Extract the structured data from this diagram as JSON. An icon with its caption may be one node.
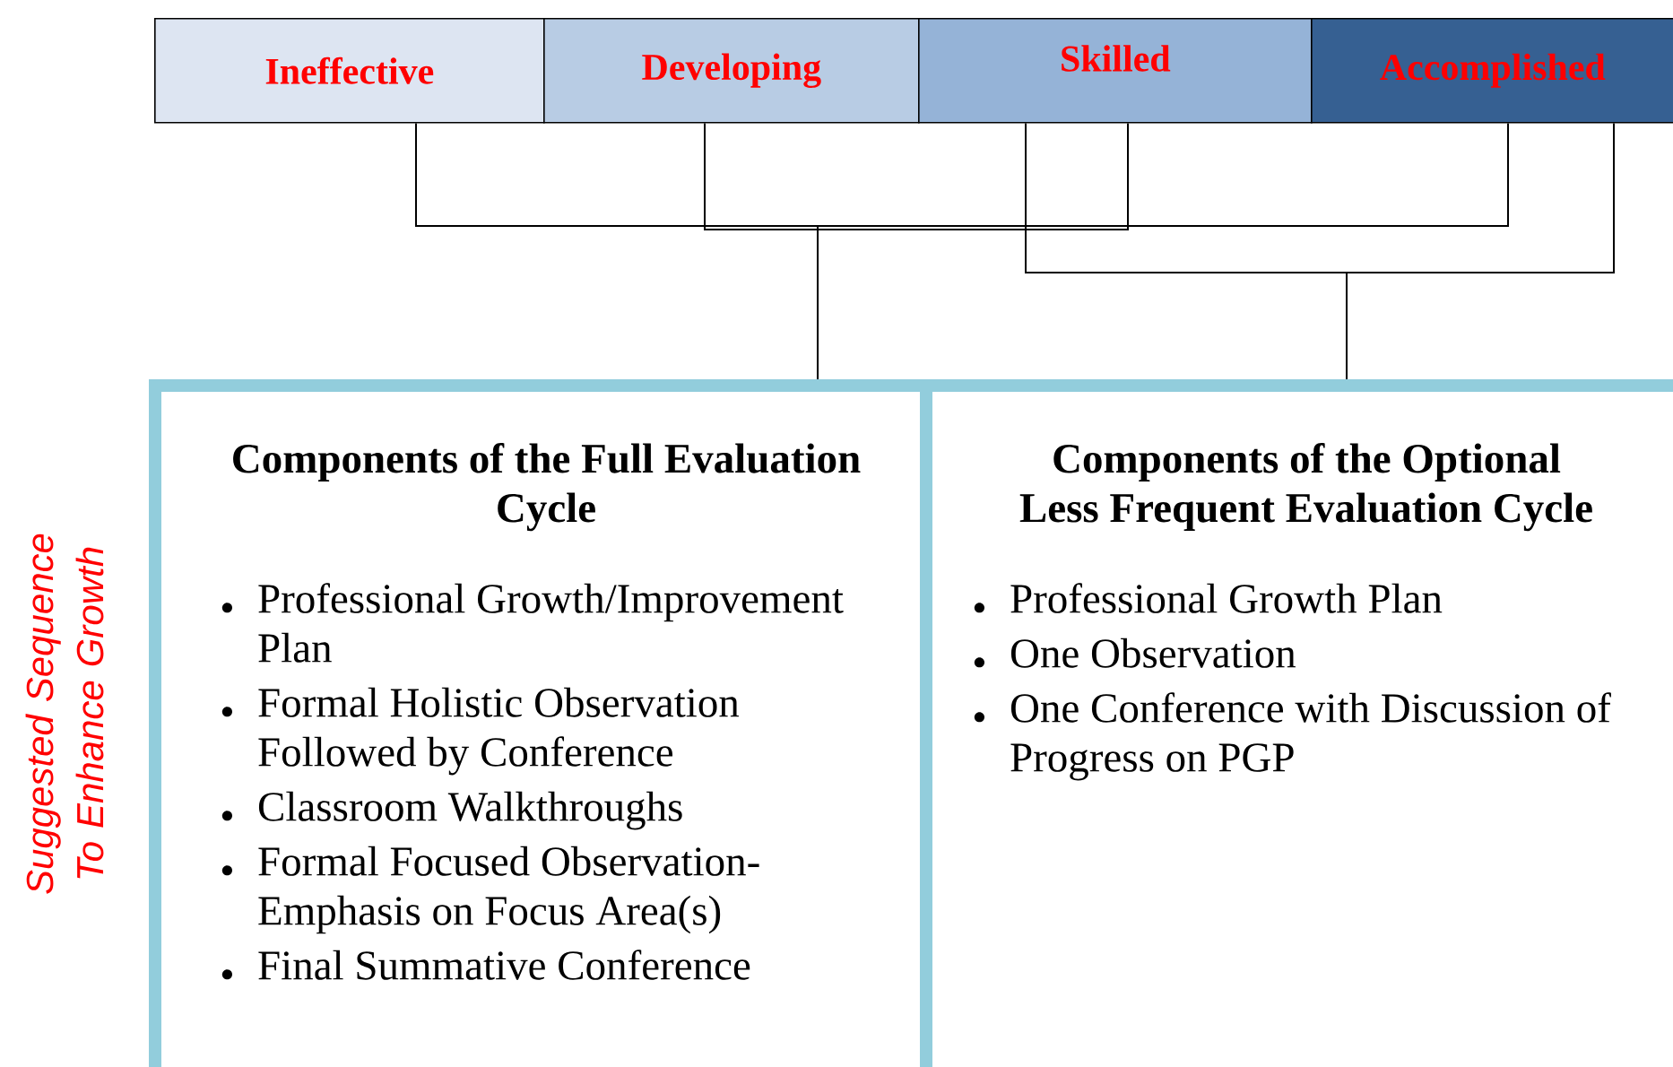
{
  "diagram": {
    "nodes": [
      {
        "text": [
          "Ineffective"
        ]
      },
      {
        "text": [
          "Developing"
        ]
      },
      {
        "text": [
          "Skilled"
        ]
      },
      {
        "text": [
          "Accomplished"
        ]
      },
      {
        "text": [
          "Components of the Full Evaluation Cycle",
          "Professional Growth/Improvement Plan",
          "Formal Holistic Observation Followed by Conference",
          "Classroom Walkthroughs",
          "Formal Focused Observation- Emphasis on Focus Area(s)",
          "Final Summative Conference"
        ]
      },
      {
        "text": [
          "Components of the Optional Less Frequent Evaluation Cycle",
          "Professional Growth Plan",
          "One Observation",
          "One Conference with Discussion of Progress on PGP"
        ]
      }
    ],
    "edges": [
      {
        "from": 0,
        "to": 4,
        "arrow": "none"
      },
      {
        "from": 1,
        "to": 4,
        "arrow": "none"
      },
      {
        "from": 2,
        "to": 4,
        "arrow": "none"
      },
      {
        "from": 3,
        "to": 4,
        "arrow": "none"
      },
      {
        "from": 2,
        "to": 5,
        "arrow": "none"
      },
      {
        "from": 3,
        "to": 5,
        "arrow": "none"
      }
    ],
    "labels": [
      "Suggested Sequence To Enhance Growth"
    ]
  }
}
